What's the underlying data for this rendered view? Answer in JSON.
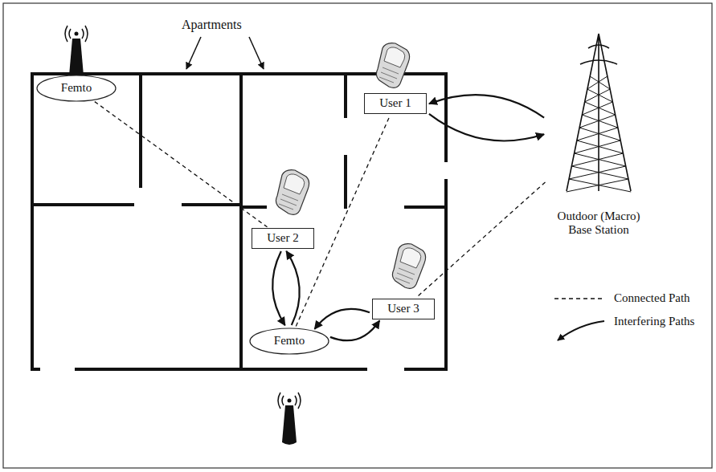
{
  "diagram": {
    "nodes": [
      {
        "text": [
          "Femto"
        ]
      },
      {
        "text": [
          "User 1"
        ]
      },
      {
        "text": [
          "Outdoor (Macro) Base Station"
        ]
      },
      {
        "text": [
          "User 2"
        ]
      },
      {
        "text": [
          "User 3"
        ]
      },
      {
        "text": [
          "Femto"
        ]
      }
    ],
    "edges": [
      {
        "from": 1,
        "to": 2,
        "arrow": "to"
      },
      {
        "from": 2,
        "to": 1,
        "arrow": "to"
      },
      {
        "from": 0,
        "to": 3,
        "arrow": "none"
      },
      {
        "from": 5,
        "to": 1,
        "arrow": "none"
      },
      {
        "from": 2,
        "to": 4,
        "arrow": "none"
      },
      {
        "from": 3,
        "to": 5,
        "arrow": "to"
      },
      {
        "from": 5,
        "to": 3,
        "arrow": "to"
      },
      {
        "from": 4,
        "to": 5,
        "arrow": "to"
      },
      {
        "from": 5,
        "to": 4,
        "arrow": "to"
      }
    ],
    "labels": [
      "Apartments"
    ],
    "legend": [
      {
        "text": "Connected Path"
      },
      {
        "text": "Interfering Paths"
      }
    ]
  }
}
